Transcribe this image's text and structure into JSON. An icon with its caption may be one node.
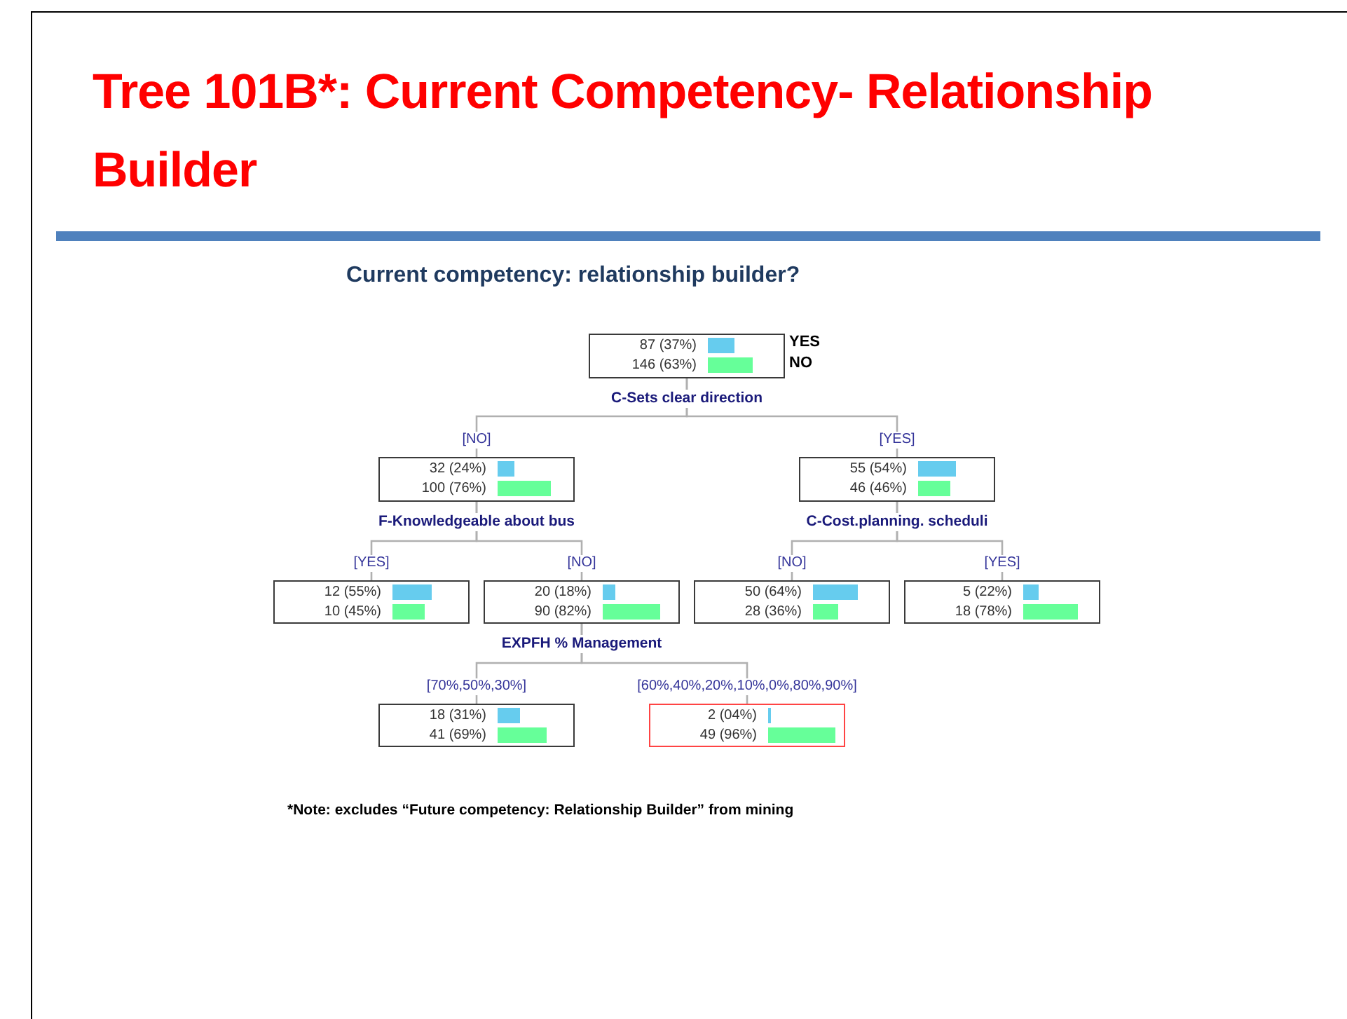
{
  "diagram": {
    "title": "Tree 101B*: Current Competency- Relationship Builder",
    "caption": "*Note: excludes “Future competency: Relationship Builder” from mining",
    "nodes": [
      {
        "text": [
          "87 (37%)",
          "146 (63%)"
        ],
        "beside": [
          "C-Sets clear direction"
        ]
      },
      {
        "text": [
          "32 (24%)",
          "100 (76%)"
        ],
        "beside": [
          "F-Knowledgeable about bus"
        ]
      },
      {
        "text": [
          "55 (54%)",
          "46 (46%)"
        ],
        "beside": [
          "C-Cost.planning. scheduli"
        ]
      },
      {
        "text": [
          "12 (55%)",
          "10 (45%)"
        ]
      },
      {
        "text": [
          "20 (18%)",
          "90 (82%)"
        ],
        "beside": [
          "EXPFH % Management"
        ]
      },
      {
        "text": [
          "50 (64%)",
          "28 (36%)"
        ]
      },
      {
        "text": [
          "5 (22%)",
          "18 (78%)"
        ]
      },
      {
        "text": [
          "18 (31%)",
          "41 (69%)"
        ]
      },
      {
        "text": [
          "2 (04%)",
          "49 (96%)"
        ]
      }
    ],
    "edges": [
      {
        "from": 0,
        "to": 1,
        "arrow": "none",
        "label": "[NO]"
      },
      {
        "from": 0,
        "to": 2,
        "arrow": "none",
        "label": "[YES]"
      },
      {
        "from": 1,
        "to": 3,
        "arrow": "none",
        "label": "[YES]"
      },
      {
        "from": 1,
        "to": 4,
        "arrow": "none",
        "label": "[NO]"
      },
      {
        "from": 2,
        "to": 5,
        "arrow": "none",
        "label": "[NO]"
      },
      {
        "from": 2,
        "to": 6,
        "arrow": "none",
        "label": "[YES]"
      },
      {
        "from": 4,
        "to": 7,
        "arrow": "none",
        "label": "[70%,50%,30%]"
      },
      {
        "from": 4,
        "to": 8,
        "arrow": "none",
        "label": "[60%,40%,20%,10%,0%,80%,90%]"
      }
    ],
    "labels": [
      "Current competency: relationship builder?",
      "YES",
      "NO"
    ]
  }
}
